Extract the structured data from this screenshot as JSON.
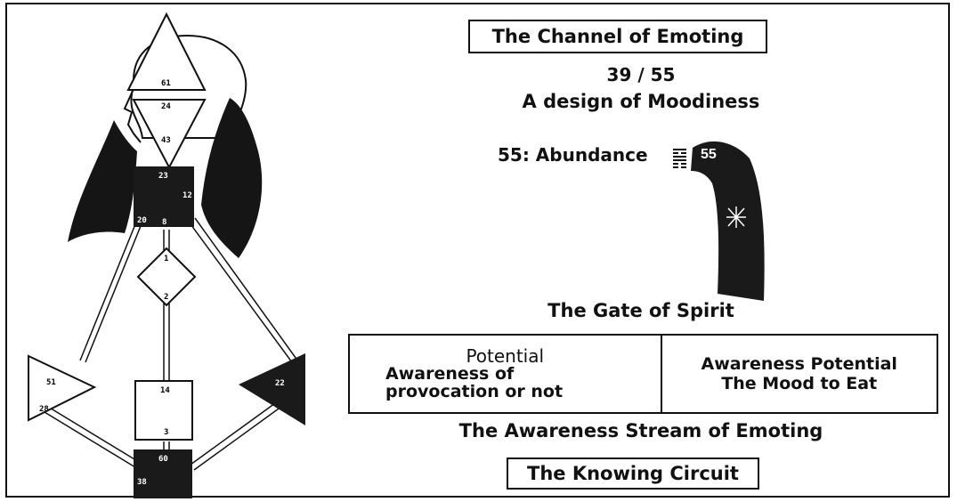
{
  "channel_title": "The Channel of Emoting",
  "gates_pair": "39 / 55",
  "design_text": "A design of Moodiness",
  "gate_label": "55: Abundance",
  "hexagram_icon": "hexagram-55-icon",
  "channel_badge": "55",
  "gate_name": "The Gate of Spirit",
  "awareness": {
    "left_line1": "Potential",
    "left_line2": "Awareness of",
    "left_line3": "provocation or not",
    "right_line1": "Awareness Potential",
    "right_line2": "The Mood to Eat"
  },
  "stream": "The Awareness Stream of Emoting",
  "circuit": "The Knowing Circuit",
  "body_numbers": {
    "head_gate": "61",
    "ajna_top": "24",
    "ajna_bottom": "43",
    "throat_top": "23",
    "throat_right": "12",
    "throat_left": "20",
    "throat_bottom": "8",
    "g_top": "1",
    "g_bottom": "2",
    "sacral_top": "14",
    "sacral_bottom": "3",
    "heart": "51",
    "spleen": "28",
    "solar_plexus": "22",
    "root_top": "60",
    "root_left": "38"
  },
  "colors": {
    "defined": "#1a1a1a",
    "ink": "#111111",
    "paper": "#ffffff"
  }
}
